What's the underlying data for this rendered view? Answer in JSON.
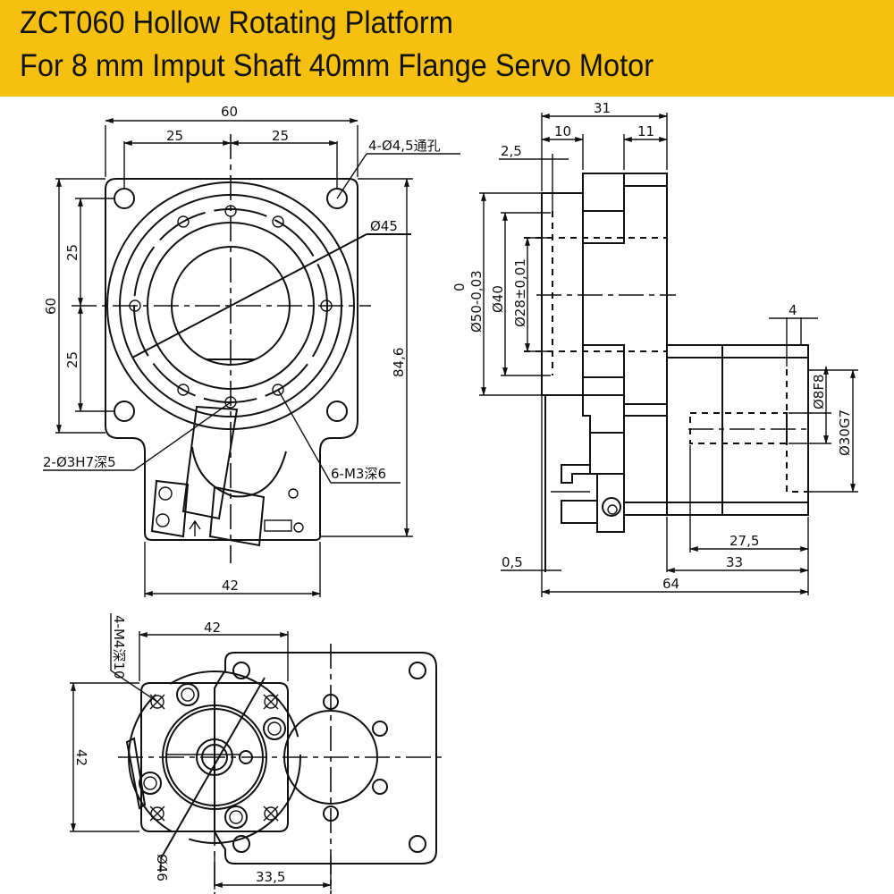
{
  "header": {
    "title_line1": "ZCT060 Hollow Rotating Platform",
    "title_line2": "For 8 mm Imput Shaft 40mm Flange Servo Motor",
    "background_color": "#f5c00f"
  },
  "front_view": {
    "dims": {
      "width_total": "60",
      "half_left": "25",
      "half_right": "25",
      "height_total": "60",
      "height_upper": "25",
      "height_lower": "25",
      "overall_height": "84,6",
      "bottom_width": "42"
    },
    "callouts": {
      "mounting_holes": "4-Ø4,5通孔",
      "diameter": "Ø45",
      "pin_holes": "2-Ø3H7深5",
      "thread_holes": "6-M3深6"
    }
  },
  "side_view": {
    "dims": {
      "total_depth": "31",
      "flange_depth": "10",
      "rear_depth": "11",
      "offset": "2,5",
      "dia_50": "Ø50-0,03",
      "dia_50_upper_tol": "0",
      "dia_40": "Ø40",
      "dia_28": "Ø28±0,01",
      "shaft_len": "4",
      "shaft_dia": "Ø8F8",
      "pilot_dia": "Ø30G7",
      "motor_len_inner": "27,5",
      "motor_len": "33",
      "overall_len": "64",
      "gap": "0,5"
    }
  },
  "bottom_view": {
    "dims": {
      "width": "42",
      "height": "42",
      "center_dist": "33,5",
      "circle_dia": "Ø46"
    },
    "callouts": {
      "thread_holes": "4-M4深10"
    }
  }
}
